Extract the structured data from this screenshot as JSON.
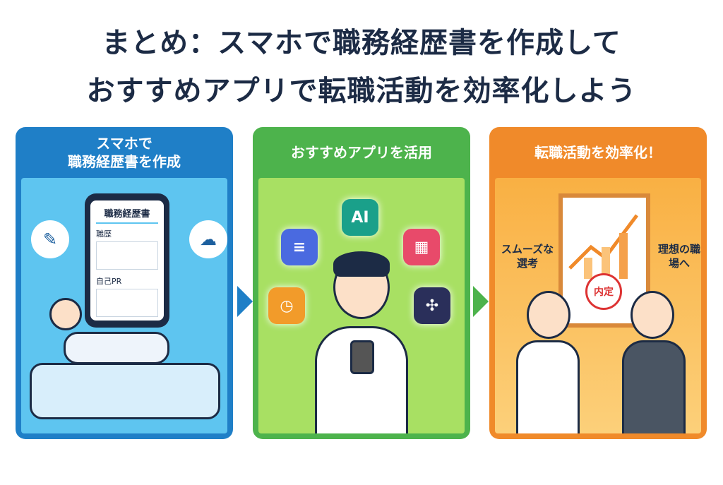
{
  "title": {
    "line1": "まとめ：スマホで職務経歴書を作成して",
    "line2": "おすすめアプリで転職活動を効率化しよう"
  },
  "panels": [
    {
      "heading_line1": "スマホで",
      "heading_line2": "職務経歴書を作成",
      "color": "#1f7fc7",
      "phone": {
        "doc_title": "職務経歴書",
        "section1": "職歴",
        "section2": "自己PR"
      }
    },
    {
      "heading": "おすすめアプリを活用",
      "color": "#4db34c",
      "apps": [
        "AI",
        "document",
        "calendar",
        "timer",
        "hub"
      ],
      "ai_label": "AI"
    },
    {
      "heading": "転職活動を効率化！",
      "color": "#f08a2a",
      "label_left": "スムーズな選考",
      "label_right": "理想の職場へ",
      "stamp": "内定"
    }
  ]
}
